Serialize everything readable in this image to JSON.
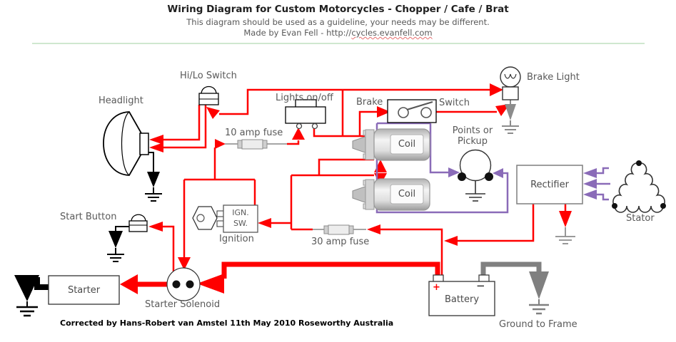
{
  "header": {
    "title": "Wiring Diagram for Custom Motorcycles - Chopper / Cafe / Brat",
    "subtitle": "This diagram should be used as a guideline, your needs may be different.",
    "byline_prefix": "Made by Evan Fell - http://",
    "byline_link": "cycles.evanfell.com"
  },
  "labels": {
    "headlight": "Headlight",
    "hilo_switch": "Hi/Lo Switch",
    "lights_on_off": "Lights on/off",
    "fuse_10": "10 amp fuse",
    "brake": "Brake",
    "switch": "Switch",
    "brake_light": "Brake Light",
    "points_line1": "Points or",
    "points_line2": "Pickup",
    "rectifier": "Rectifier",
    "stator": "Stator",
    "coil": "Coil",
    "ign_line1": "IGN.",
    "ign_line2": "SW.",
    "ignition": "Ignition",
    "fuse_30": "30 amp fuse",
    "start_button": "Start Button",
    "starter": "Starter",
    "starter_solenoid": "Starter Solenoid",
    "battery": "Battery",
    "battery_plus": "+",
    "battery_minus": "−",
    "ground_to_frame": "Ground to Frame"
  },
  "footer": {
    "correction": "Corrected by Hans-Robert van Amstel 11th May 2010 Roseworthy Australia"
  },
  "colors": {
    "hot_wire": "#ff0000",
    "signal_wire": "#8a6bb8",
    "neutral_wire": "#a6a6a6",
    "ground_wire": "#808080",
    "divider": "#cfe8cf",
    "label_text": "#595959"
  }
}
